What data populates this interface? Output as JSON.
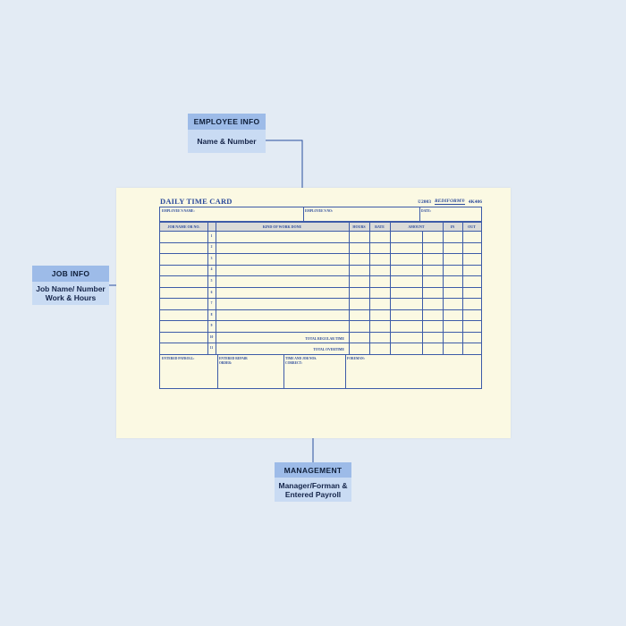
{
  "callouts": {
    "employee": {
      "heading": "EMPLOYEE INFO",
      "text": "Name & Number"
    },
    "job": {
      "heading": "JOB INFO",
      "text": "Job Name/ Number\nWork & Hours"
    },
    "management": {
      "heading": "MANAGEMENT",
      "text": "Manager/Forman &\nEntered Payroll"
    }
  },
  "card": {
    "title": "DAILY TIME CARD",
    "copyright": "©2003",
    "brand": "REDIFORM®",
    "form_number": "4K406",
    "header_fields": {
      "employee_name": "EMPLOYEE'S NAME:",
      "employee_no": "EMPLOYEE'S NO:",
      "date": "DATE:"
    },
    "columns": [
      "JOB NAME OR NO.",
      "KIND OF WORK DONE",
      "HOURS",
      "RATE",
      "AMOUNT",
      "IN",
      "OUT"
    ],
    "rows": [
      "1",
      "2",
      "3",
      "4",
      "5",
      "6",
      "7",
      "8",
      "9",
      "10",
      "11"
    ],
    "total_regular": "TOTAL REGULAR TIME",
    "total_overtime": "TOTAL OVERTIME",
    "footer_fields": {
      "entered_payroll": "ENTERED PAYROLL:",
      "entered_repair": "ENTERED REPAIR\nORDER:",
      "time_job": "TIME AND JOB NOS.\nCORRECT:",
      "foreman": "FOREMAN:"
    }
  },
  "colors": {
    "background": "#e3ebf4",
    "card": "#fbf9e3",
    "ink": "#2b4a9a",
    "connector": "#2a4f9e"
  }
}
